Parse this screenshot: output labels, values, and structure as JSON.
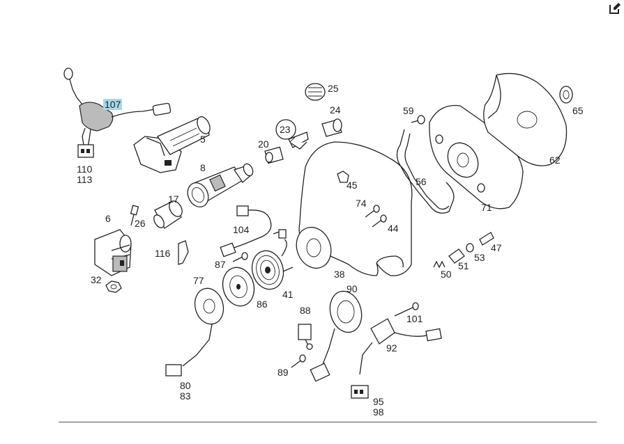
{
  "toolbar": {
    "edit_icon": "edit-icon"
  },
  "diagram": {
    "highlighted": "107",
    "labels": {
      "p107": "107",
      "p110": "110",
      "p113": "113",
      "p5": "5",
      "p8": "8",
      "p20": "20",
      "p23": "23",
      "p25": "25",
      "p24": "24",
      "p59": "59",
      "p65": "65",
      "p62": "62",
      "p71": "71",
      "p56": "56",
      "p45": "45",
      "p74": "74",
      "p44": "44",
      "p17": "17",
      "p6": "6",
      "p26": "26",
      "p104": "104",
      "p116": "116",
      "p87": "87",
      "p32": "32",
      "p77": "77",
      "p86": "86",
      "p41": "41",
      "p38": "38",
      "p90": "90",
      "p88": "88",
      "p89": "89",
      "p80": "80",
      "p83": "83",
      "p101": "101",
      "p92": "92",
      "p95": "95",
      "p98": "98",
      "p47": "47",
      "p53": "53",
      "p51": "51",
      "p50": "50"
    }
  }
}
